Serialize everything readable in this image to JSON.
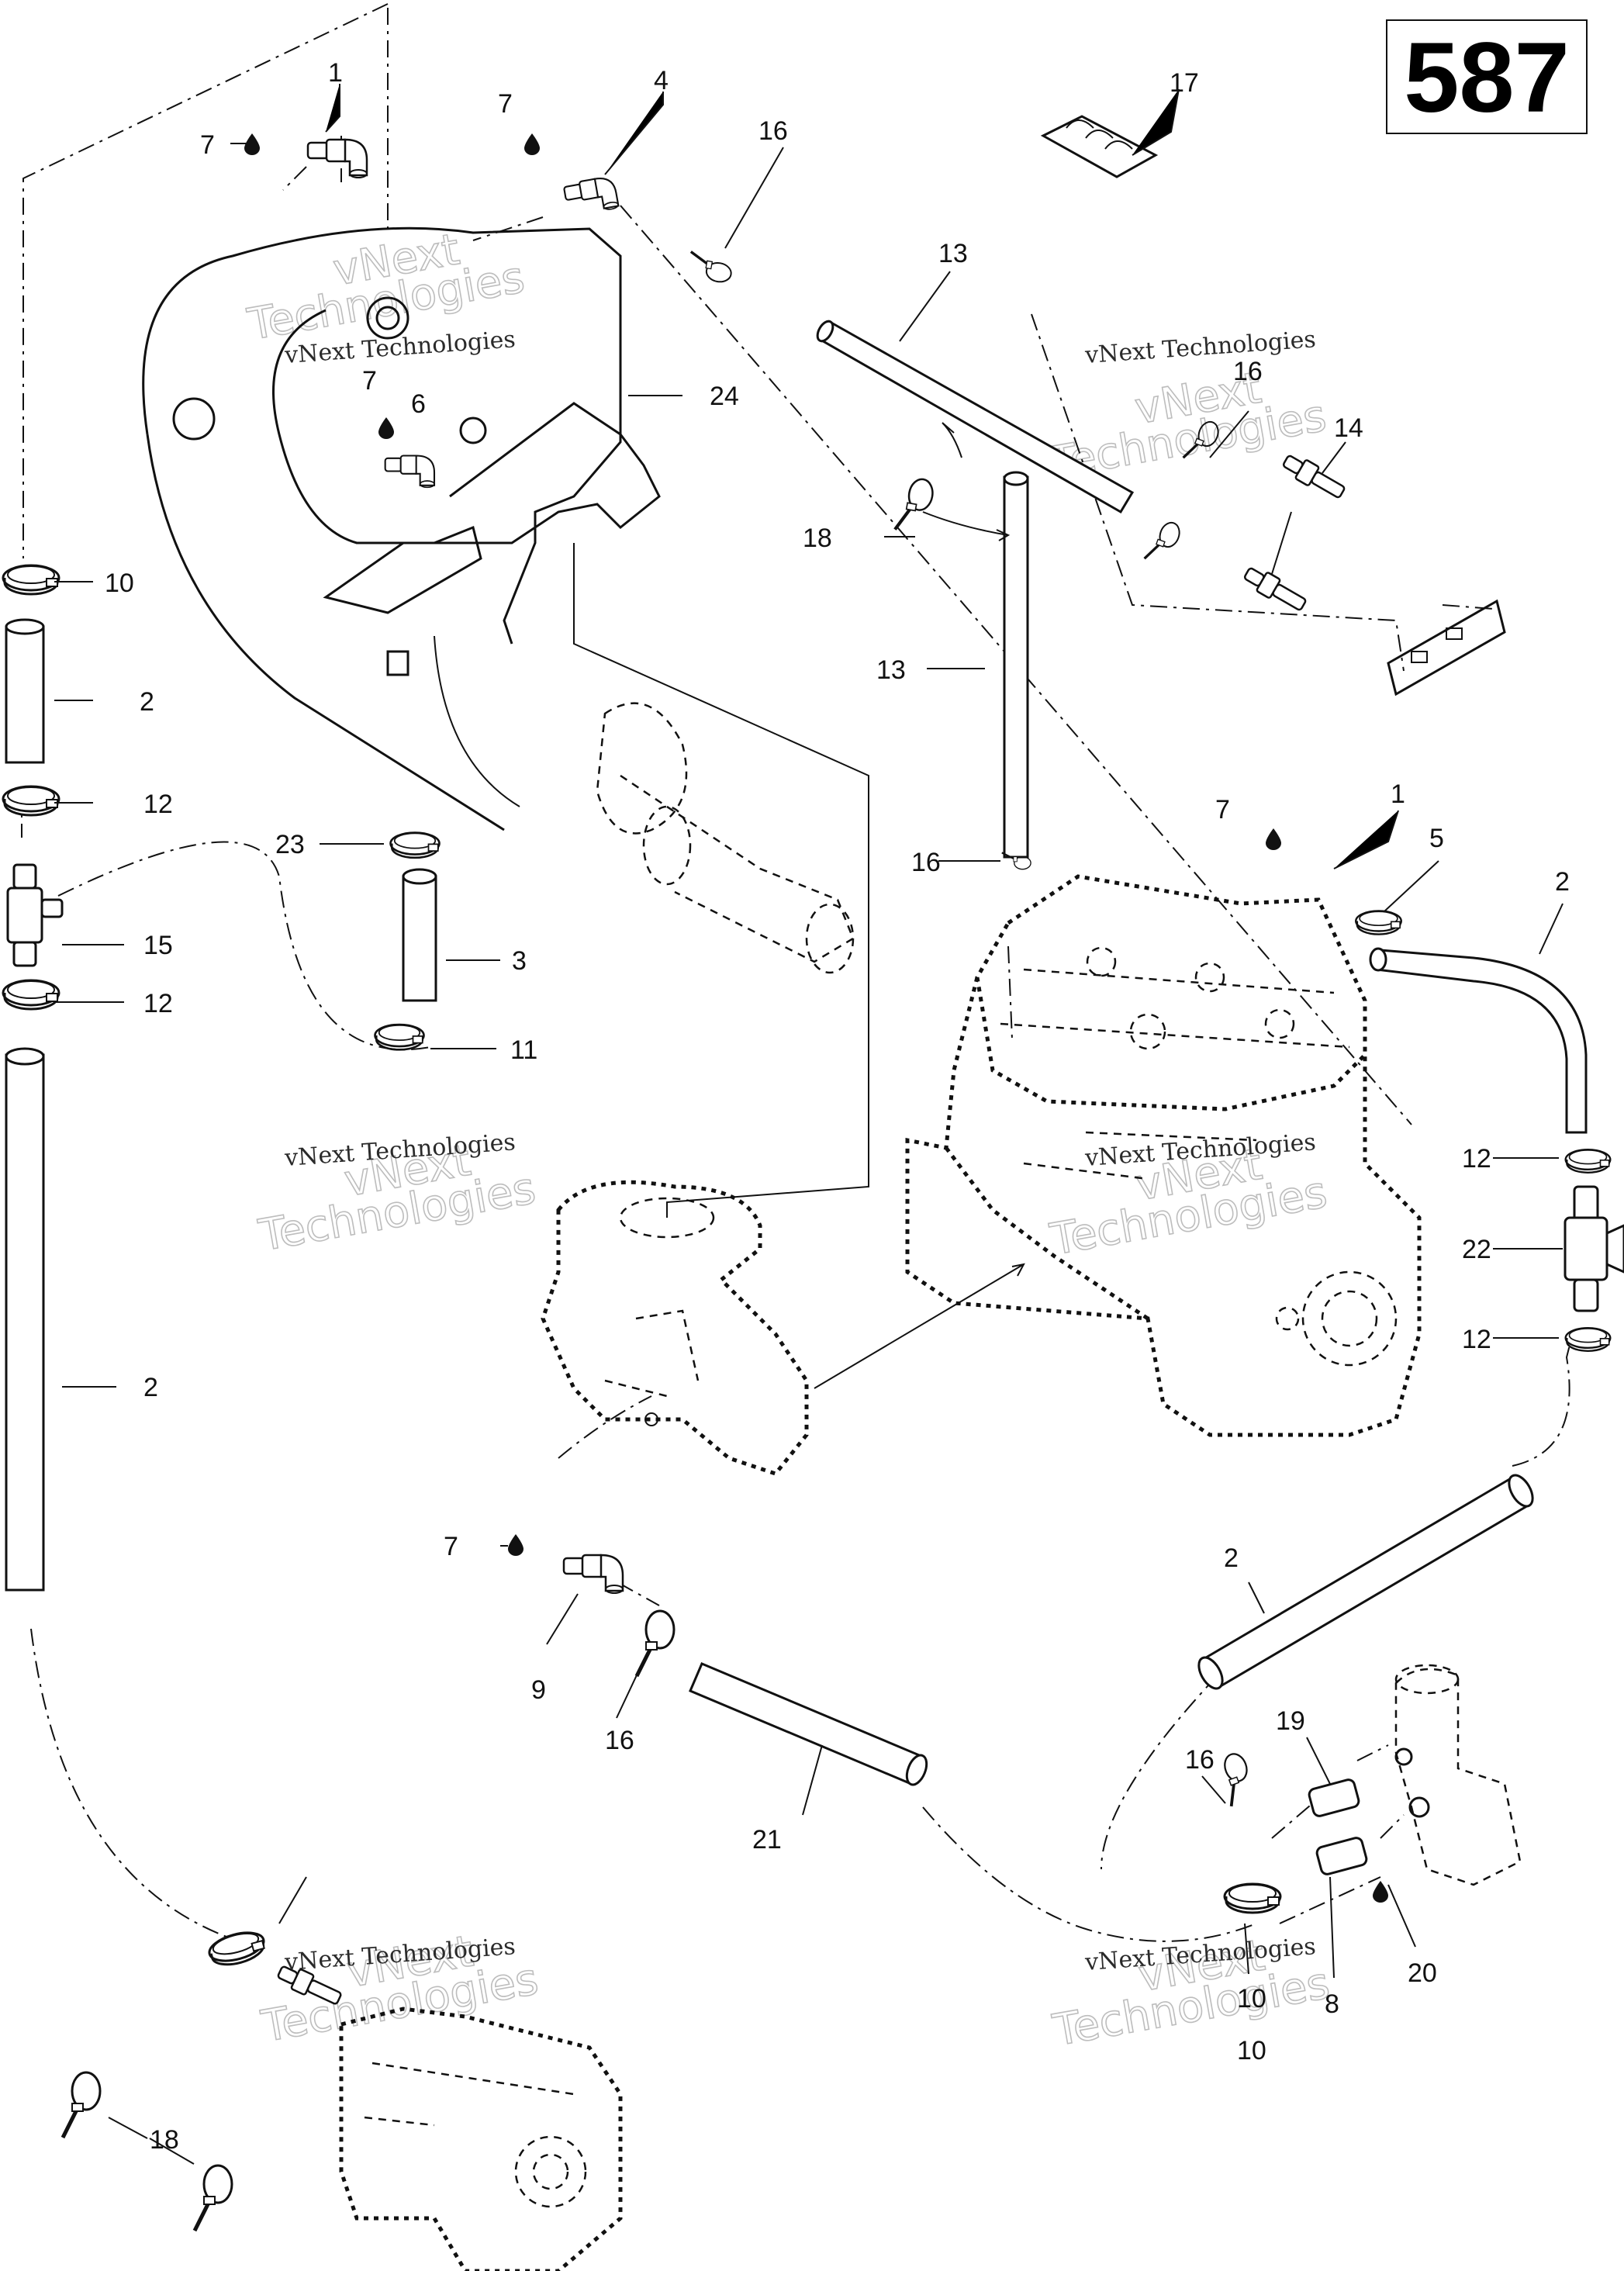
{
  "page_number": "587",
  "watermark": {
    "line1": "vNext Technologies",
    "line2": "vNext",
    "line3": "Technologies"
  },
  "callouts": [
    {
      "key": "c1a",
      "label": "1"
    },
    {
      "key": "c7a",
      "label": "7"
    },
    {
      "key": "c7b",
      "label": "7"
    },
    {
      "key": "c4",
      "label": "4"
    },
    {
      "key": "c16a",
      "label": "16"
    },
    {
      "key": "c17",
      "label": "17"
    },
    {
      "key": "c13a",
      "label": "13"
    },
    {
      "key": "c24",
      "label": "24"
    },
    {
      "key": "c7c",
      "label": "7"
    },
    {
      "key": "c6",
      "label": "6"
    },
    {
      "key": "c16b",
      "label": "16"
    },
    {
      "key": "c14",
      "label": "14"
    },
    {
      "key": "c18a",
      "label": "18"
    },
    {
      "key": "c13b",
      "label": "13"
    },
    {
      "key": "c10a",
      "label": "10"
    },
    {
      "key": "c2a",
      "label": "2"
    },
    {
      "key": "c12a",
      "label": "12"
    },
    {
      "key": "c23",
      "label": "23"
    },
    {
      "key": "c16c",
      "label": "16"
    },
    {
      "key": "c7d",
      "label": "7"
    },
    {
      "key": "c1b",
      "label": "1"
    },
    {
      "key": "c5",
      "label": "5"
    },
    {
      "key": "c2b",
      "label": "2"
    },
    {
      "key": "c15",
      "label": "15"
    },
    {
      "key": "c3",
      "label": "3"
    },
    {
      "key": "c12b",
      "label": "12"
    },
    {
      "key": "c11",
      "label": "11"
    },
    {
      "key": "c12c",
      "label": "12"
    },
    {
      "key": "c22",
      "label": "22"
    },
    {
      "key": "c12d",
      "label": "12"
    },
    {
      "key": "c2c",
      "label": "2"
    },
    {
      "key": "c7e",
      "label": "7"
    },
    {
      "key": "c2d",
      "label": "2"
    },
    {
      "key": "c9",
      "label": "9"
    },
    {
      "key": "c16d",
      "label": "16"
    },
    {
      "key": "c19",
      "label": "19"
    },
    {
      "key": "c16e",
      "label": "16"
    },
    {
      "key": "c21",
      "label": "21"
    },
    {
      "key": "c10b",
      "label": "10"
    },
    {
      "key": "c20",
      "label": "20"
    },
    {
      "key": "c8",
      "label": "8"
    },
    {
      "key": "c10c",
      "label": "10"
    },
    {
      "key": "c18b",
      "label": "18"
    }
  ],
  "icons": {
    "drop": "fluid-drop-icon"
  }
}
